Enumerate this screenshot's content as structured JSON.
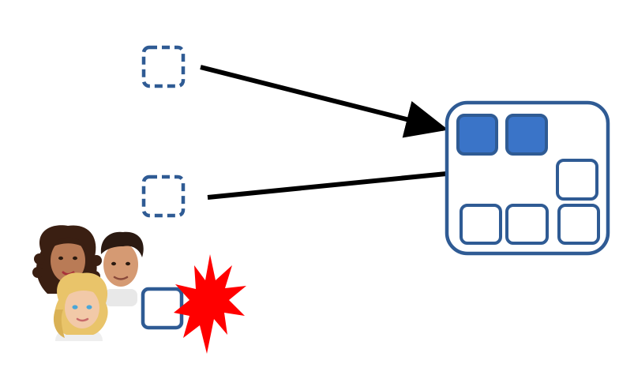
{
  "colors": {
    "accent_blue": "#2f5b94",
    "fill_blue": "#3a74c8",
    "arrow": "#000000",
    "burst": "#ff0000",
    "background": "#ffffff"
  },
  "icons": {
    "pending_slot": "dashed-square-icon",
    "filled_slot": "filled-square-icon",
    "empty_slot": "empty-square-icon",
    "collision": "explosion-burst-icon",
    "people": "people-avatars-icon"
  },
  "diagram": {
    "pending_slot_count": 2,
    "group_filled_slot_count": 2,
    "group_empty_slot_count": 4
  }
}
